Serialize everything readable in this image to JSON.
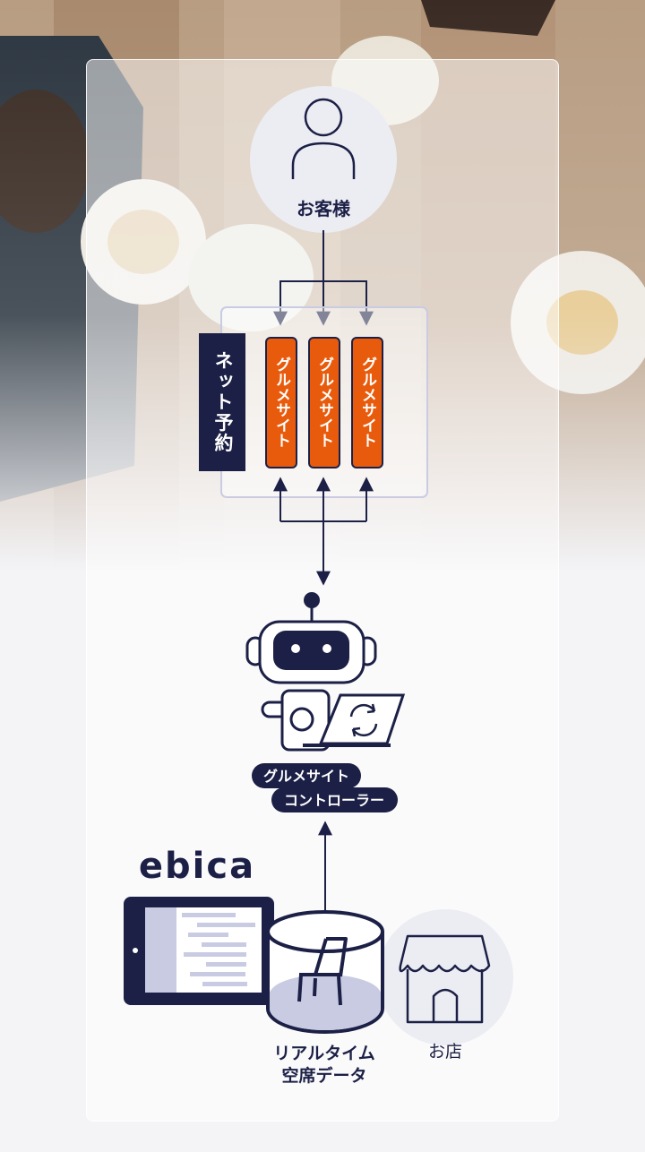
{
  "customer": {
    "label": "お客様"
  },
  "net_reservation": {
    "label": "ネット予約"
  },
  "gourmet_sites": [
    {
      "label": "グルメサイト"
    },
    {
      "label": "グルメサイト"
    },
    {
      "label": "グルメサイト"
    }
  ],
  "controller": {
    "line1": "グルメサイト",
    "line2": "コントローラー"
  },
  "brand": {
    "logo_text": "ebica"
  },
  "seat_data": {
    "line1": "リアルタイム",
    "line2": "空席データ"
  },
  "store": {
    "label": "お店"
  },
  "colors": {
    "navy": "#1c2046",
    "orange": "#e95b0c",
    "lavender": "#c9cbe3"
  }
}
